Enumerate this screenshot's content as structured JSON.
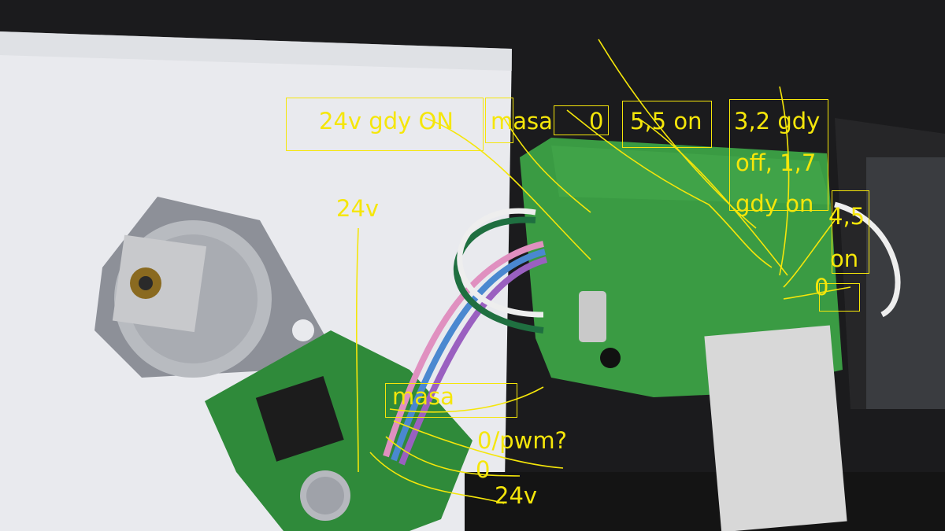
{
  "annotation_color": "#f5e60a",
  "labels": {
    "top_24v_gdy_on": "24v gdy ON",
    "top_masa": "masa",
    "top_zero": "0",
    "top_55_on": "5,5 on",
    "top_32_line1": "3,2 gdy",
    "top_32_line2": "off, 1,7",
    "top_32_line3": "gdy on",
    "right_45_line1": "4,5",
    "right_45_line2": "on",
    "right_zero": "0",
    "motor_24v_top": "24v",
    "motor_masa": "masa",
    "motor_pwm": "0/pwm?",
    "motor_zero": "0",
    "motor_24v_bottom": "24v"
  }
}
